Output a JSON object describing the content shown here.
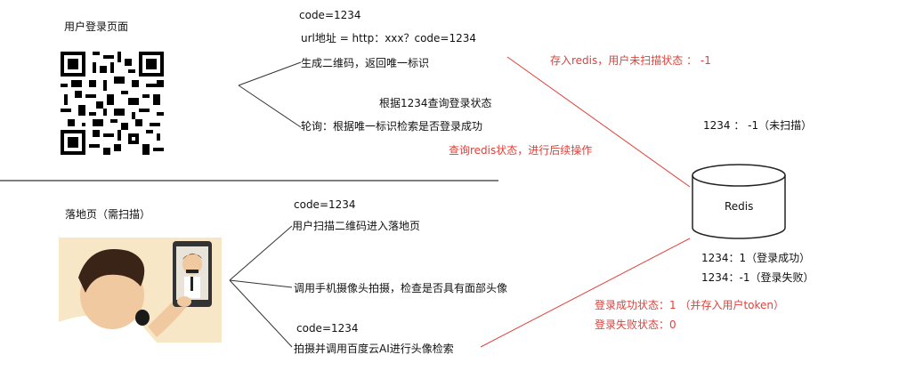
{
  "top": {
    "title": "用户登录页面",
    "code": "code=1234",
    "url": "url地址  =  http：xxx？code=1234",
    "generate": "生成二维码，返回唯一标识",
    "query_by": "根据1234查询登录状态",
    "poll": "轮询：根据唯一标识检索是否登录成功"
  },
  "bottom": {
    "title": "落地页（需扫描）",
    "code1": "code=1234",
    "enter": "用户扫描二维码进入落地页",
    "camera": "调用手机摄像头拍摄，检查是否具有面部头像",
    "code2": "code=1234",
    "search": "拍摄并调用百度云AI进行头像检索"
  },
  "redis": {
    "label": "Redis",
    "store_note": "存入redis，用户未扫描状态 ： -1",
    "query_note": "查询redis状态，进行后续操作",
    "unscanned": "1234 ： -1（未扫描）",
    "success": "1234：1（登录成功）",
    "fail": "1234：-1（登录失败）",
    "success_state": "登录成功状态：1 （并存入用户token）",
    "fail_state": "登录失败状态：0"
  },
  "colors": {
    "accent_red": "#e0413a",
    "line_gray": "#333333"
  }
}
